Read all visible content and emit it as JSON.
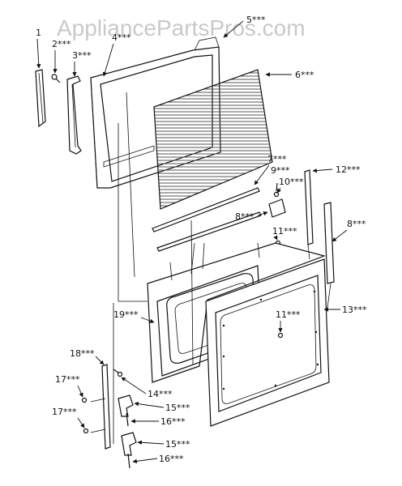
{
  "watermark": "AppliancePartsPros.com",
  "labels": {
    "l1": "1",
    "l2": "2***",
    "l3": "3***",
    "l4": "4***",
    "l5": "5***",
    "l6": "6***",
    "l7": "7***",
    "l8a": "8***",
    "l8b": "8***",
    "l9": "9***",
    "l10": "10***",
    "l11a": "11***",
    "l11b": "11***",
    "l12": "12***",
    "l13": "13***",
    "l14": "14***",
    "l15a": "15***",
    "l15b": "15***",
    "l16a": "16***",
    "l16b": "16***",
    "l17a": "17***",
    "l17b": "17***",
    "l18": "18***",
    "l19": "19***"
  }
}
